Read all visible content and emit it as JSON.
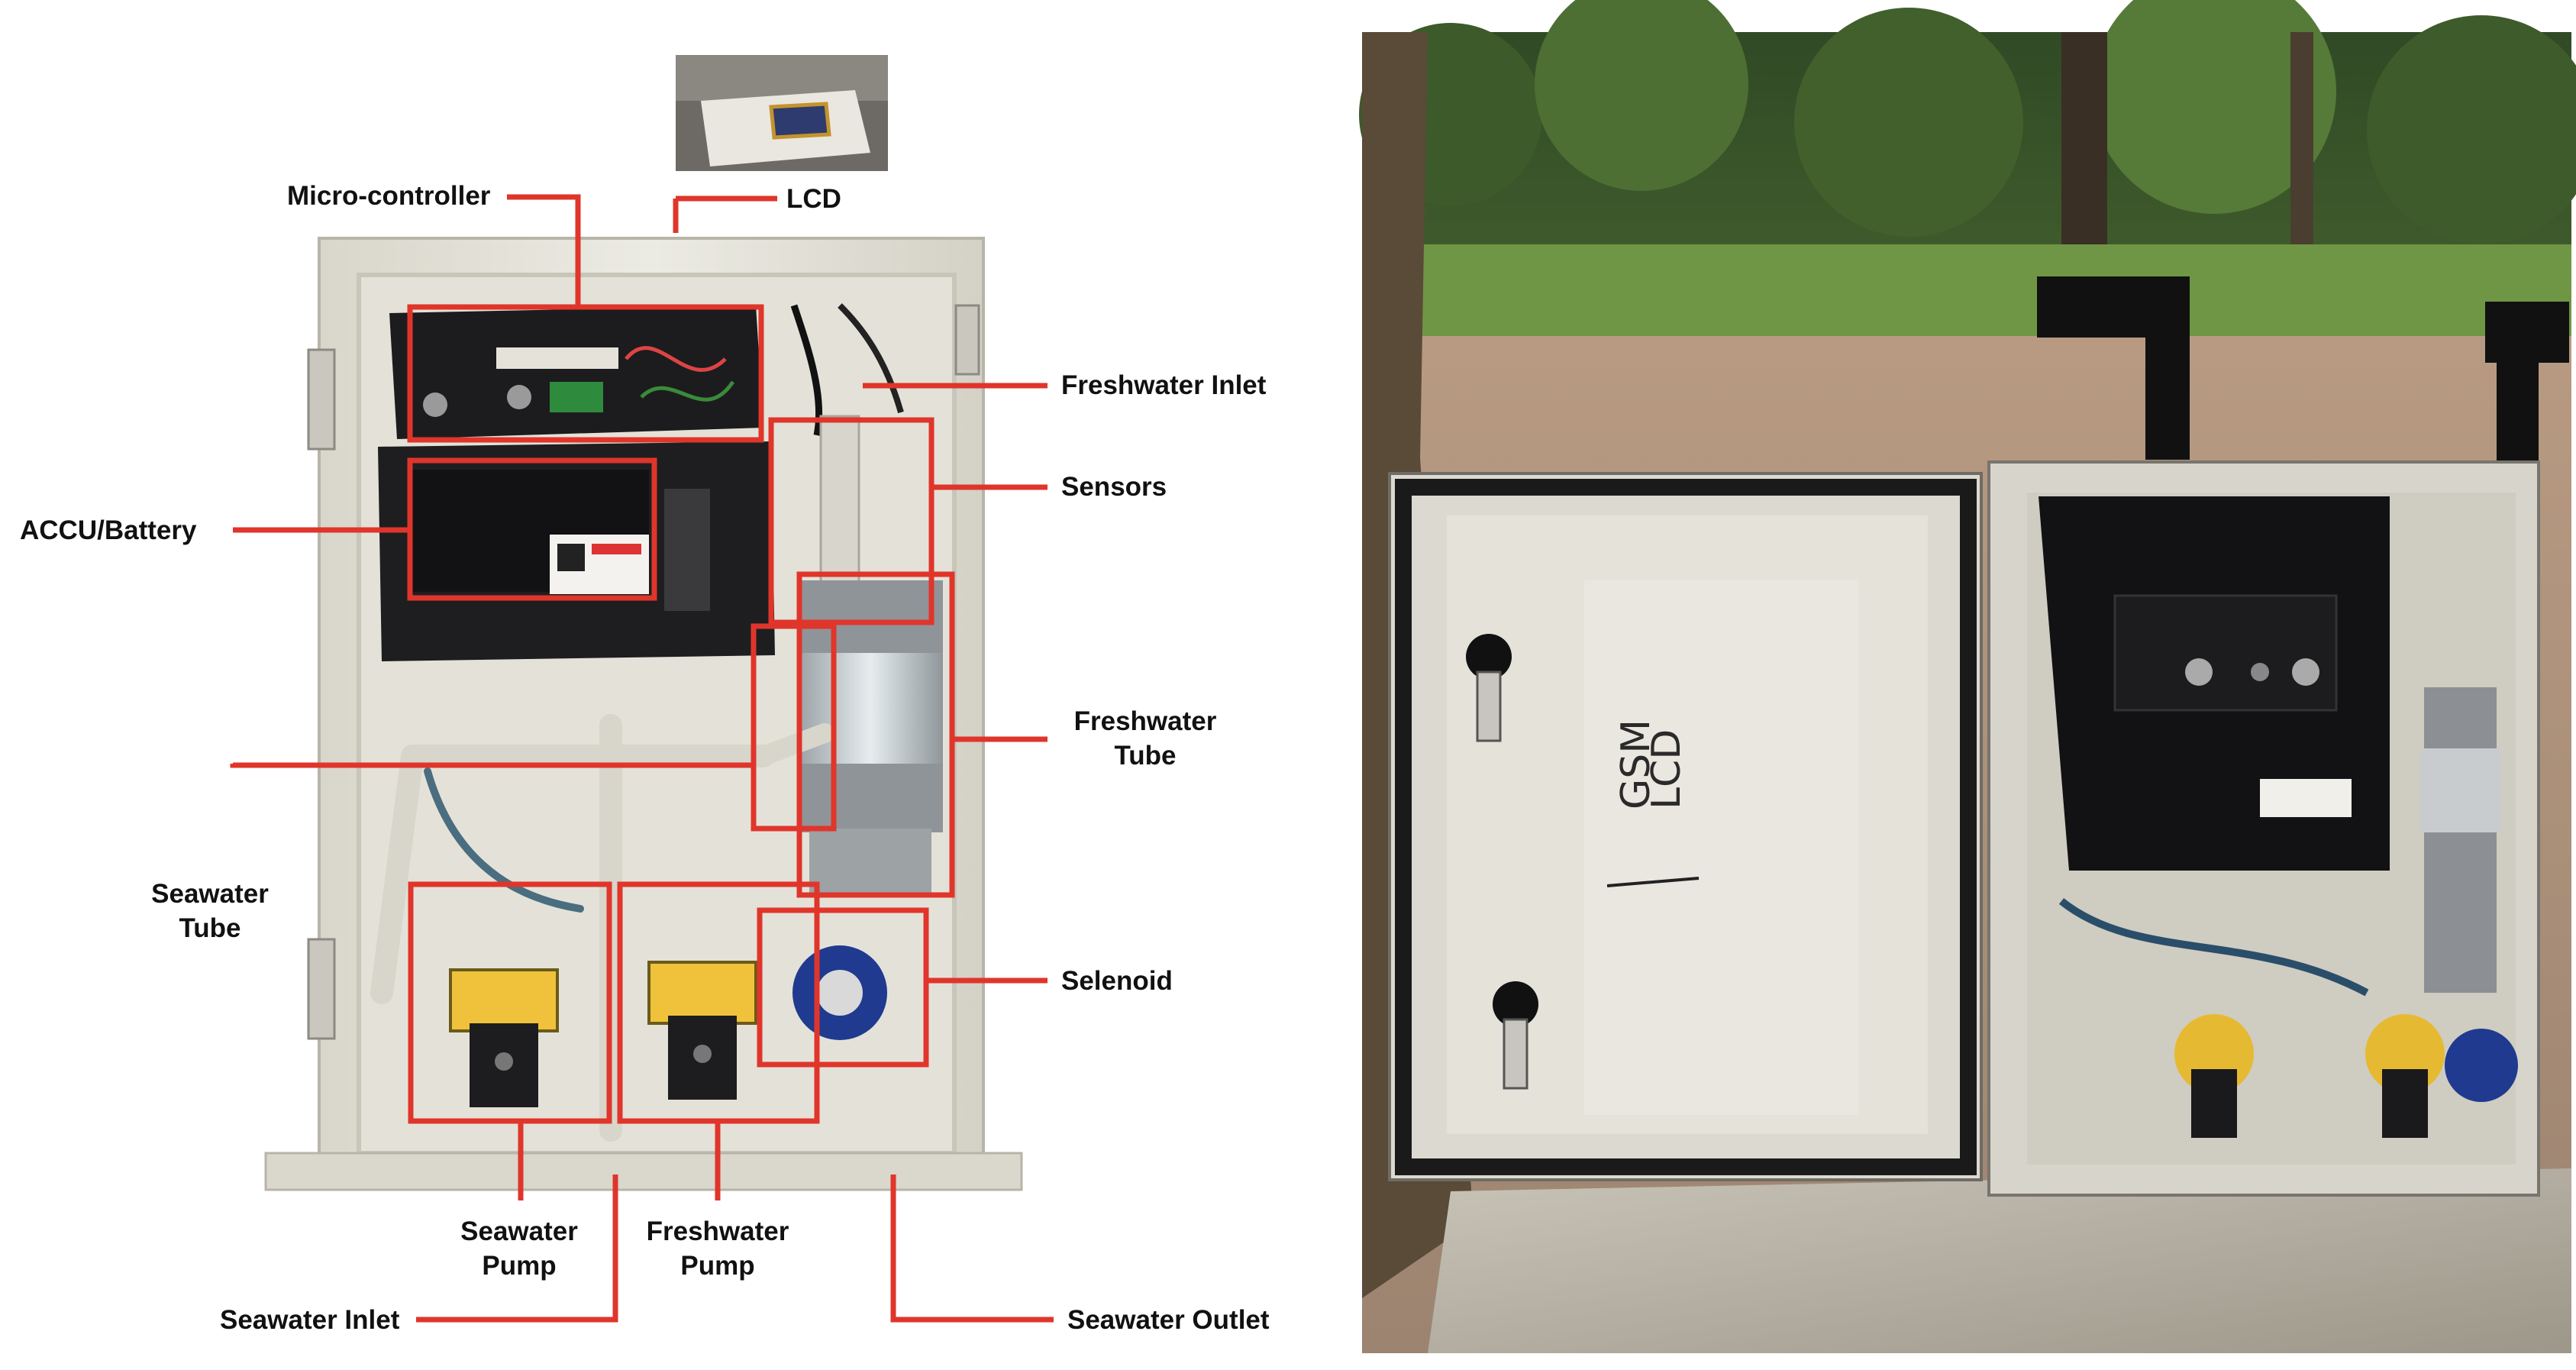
{
  "labels": {
    "micro_controller": "Micro-controller",
    "lcd": "LCD",
    "freshwater_inlet": "Freshwater Inlet",
    "sensors": "Sensors",
    "accu_battery": "ACCU/Battery",
    "freshwater_tube_line1": "Freshwater",
    "freshwater_tube_line2": "Tube",
    "seawater_tube_line1": "Seawater",
    "seawater_tube_line2": "Tube",
    "selenoid": "Selenoid",
    "seawater_pump_line1": "Seawater",
    "seawater_pump_line2": "Pump",
    "freshwater_pump_line1": "Freshwater",
    "freshwater_pump_line2": "Pump",
    "seawater_inlet": "Seawater Inlet",
    "seawater_outlet": "Seawater Outlet"
  },
  "door_handwriting": {
    "line1": "GSM",
    "line2": "LCD"
  },
  "colors": {
    "callout": "#e0352b",
    "enclosure": "#e8e6dc",
    "text": "#111111"
  }
}
